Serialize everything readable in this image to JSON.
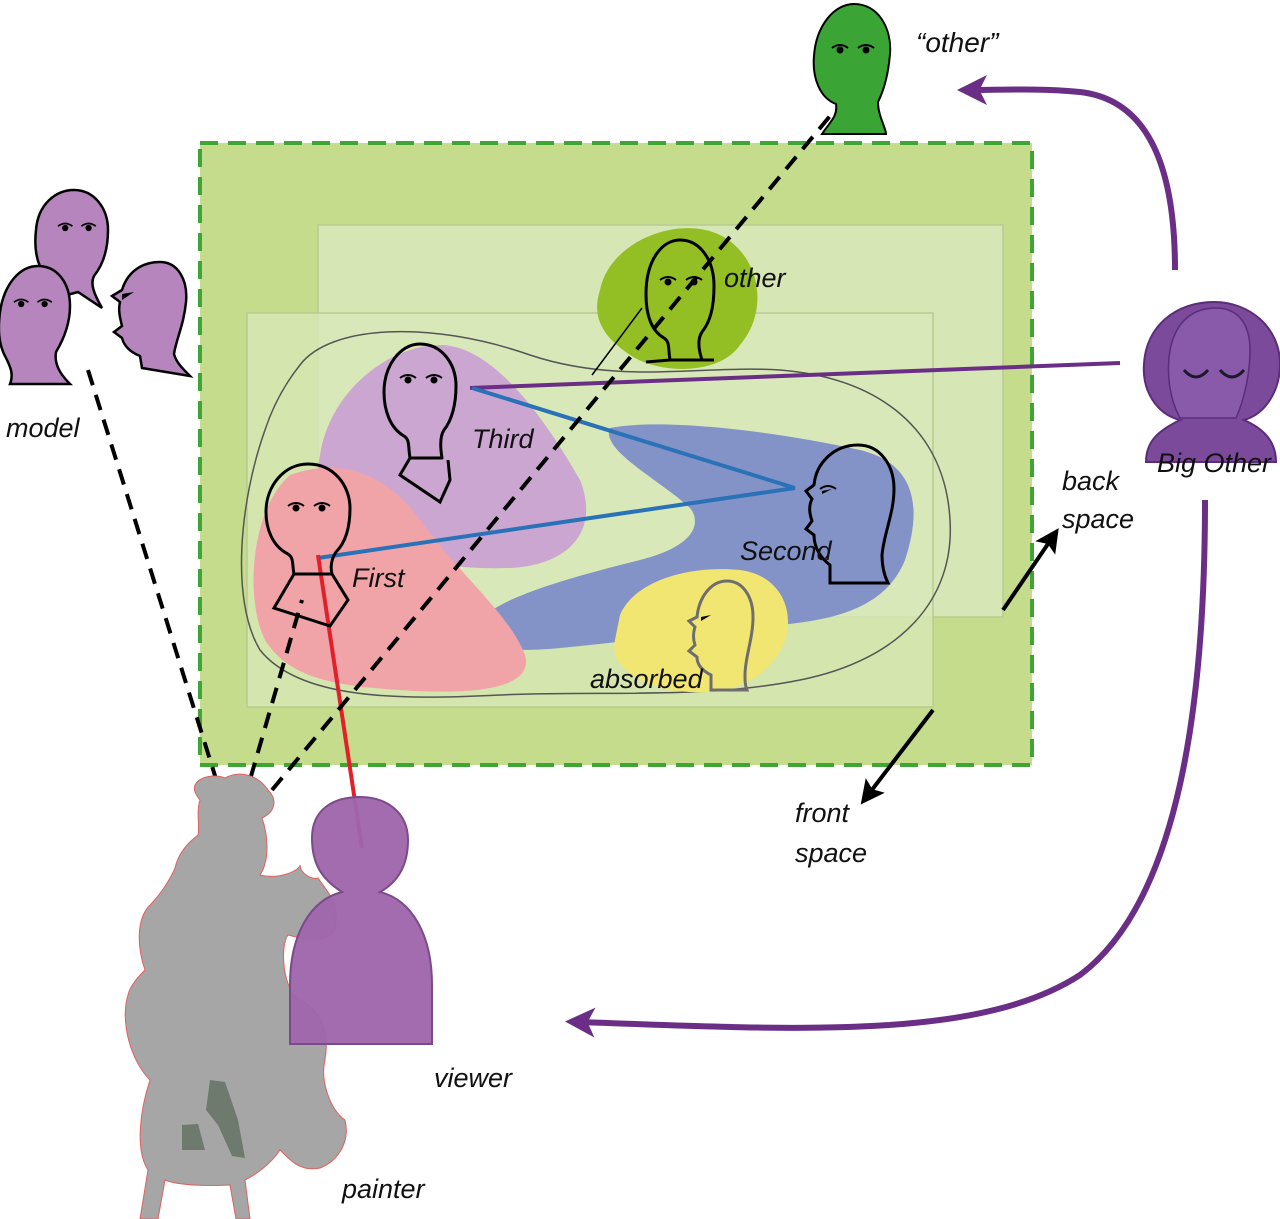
{
  "labels": {
    "other_quoted": "“other”",
    "other": "other",
    "model": "model",
    "third": "Third",
    "first": "First",
    "second": "Second",
    "absorbed": "absorbed",
    "big_other": "Big Other",
    "back_space_1": "back",
    "back_space_2": "space",
    "front_space_1": "front",
    "front_space_2": "space",
    "viewer": "viewer",
    "painter": "painter"
  },
  "colors": {
    "canvas_fill": "#c4dc8c",
    "canvas_border": "#3fa535",
    "inner_rect": "#d6e6b4",
    "other_green": "#3aa535",
    "other_blob": "#93bf25",
    "model_purple": "#b685bd",
    "third_blob": "#cba6d1",
    "first_blob": "#f0a4a8",
    "second_blob": "#8393c8",
    "absorbed_blob": "#f2e672",
    "big_other": "#7b4a9b",
    "viewer": "#9e66ab",
    "painter": "#a6a6a6",
    "gaze_blue": "#2a72b8",
    "gaze_red": "#e2202a",
    "gaze_purple": "#6a2e86"
  }
}
